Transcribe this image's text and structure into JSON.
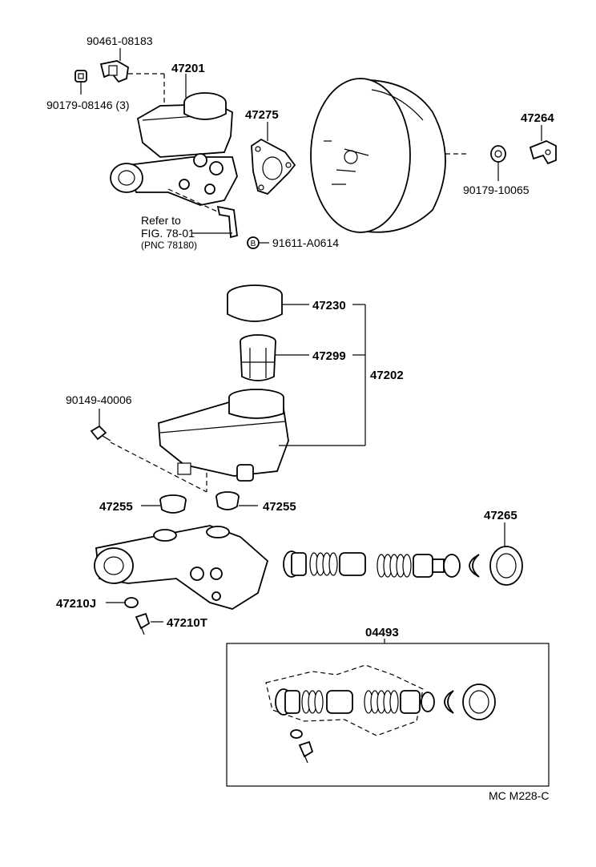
{
  "labels": {
    "bracket_top": "90461-08183",
    "master_cyl_assy": "47201",
    "nut_3": "90179-08146 (3)",
    "gasket": "47275",
    "clevis": "47264",
    "nut_booster": "90179-10065",
    "refer_line1": "Refer to",
    "refer_line2": "FIG. 78-01",
    "refer_line3": "(PNC 78180)",
    "bolt_ref": "91611-A0614",
    "bolt_symbol": "B",
    "cap": "47230",
    "strainer": "47299",
    "reservoir_assy": "47202",
    "pin": "90149-40006",
    "grommet_left": "47255",
    "grommet_right": "47255",
    "boot": "47265",
    "gasket_small": "47210J",
    "bolt_small": "47210T",
    "kit": "04493",
    "figure_code": "MC  M228-C"
  }
}
